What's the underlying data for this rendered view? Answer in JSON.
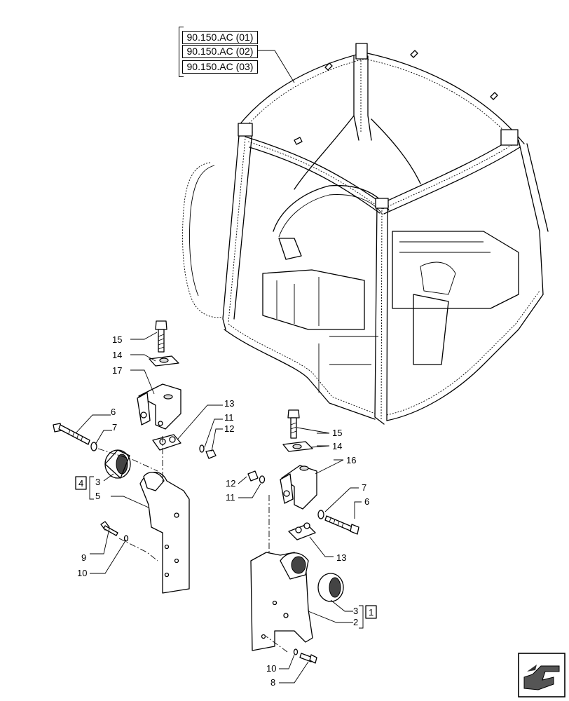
{
  "reference_boxes": [
    "90.150.AC (01)",
    "90.150.AC (02)",
    "90.150.AC (03)"
  ],
  "callouts": {
    "l15": "15",
    "l14": "14",
    "l17": "17",
    "l6": "6",
    "l7": "7",
    "l13": "13",
    "l11": "11",
    "l12": "12",
    "l4": "4",
    "l3": "3",
    "l5": "5",
    "l9": "9",
    "l10": "10",
    "r15": "15",
    "r14": "14",
    "r16": "16",
    "r12": "12",
    "r11": "11",
    "r7": "7",
    "r6": "6",
    "r13": "13",
    "r3": "3",
    "r1": "1",
    "r2": "2",
    "r10": "10",
    "r8": "8"
  },
  "icons": {
    "nav": "arrow-navigation-icon"
  }
}
